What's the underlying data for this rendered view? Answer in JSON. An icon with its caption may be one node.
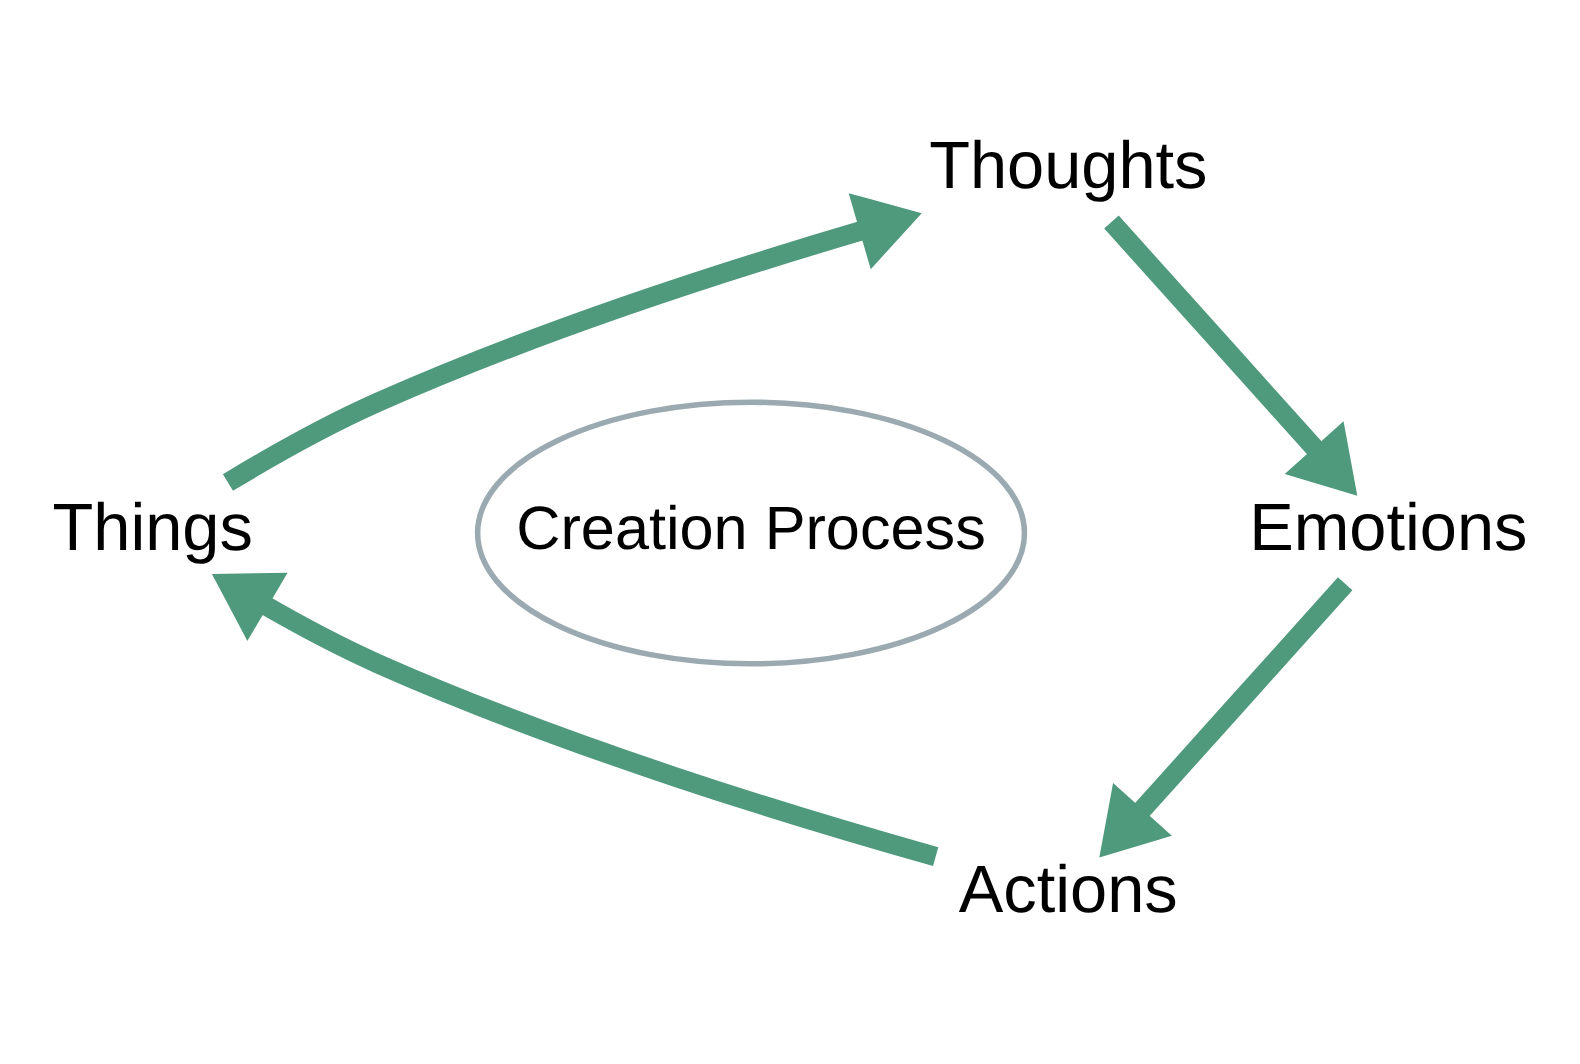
{
  "diagram": {
    "nodes": [
      {
        "text": [
          "Creation Process"
        ]
      },
      {
        "text": [
          "Thoughts"
        ]
      },
      {
        "text": [
          "Emotions"
        ]
      },
      {
        "text": [
          "Actions"
        ]
      },
      {
        "text": [
          "Things"
        ]
      }
    ],
    "edges": [
      {
        "from": 1,
        "to": 2,
        "arrow": "to"
      },
      {
        "from": 2,
        "to": 3,
        "arrow": "to"
      },
      {
        "from": 3,
        "to": 4,
        "arrow": "to"
      },
      {
        "from": 4,
        "to": 1,
        "arrow": "to"
      }
    ]
  }
}
